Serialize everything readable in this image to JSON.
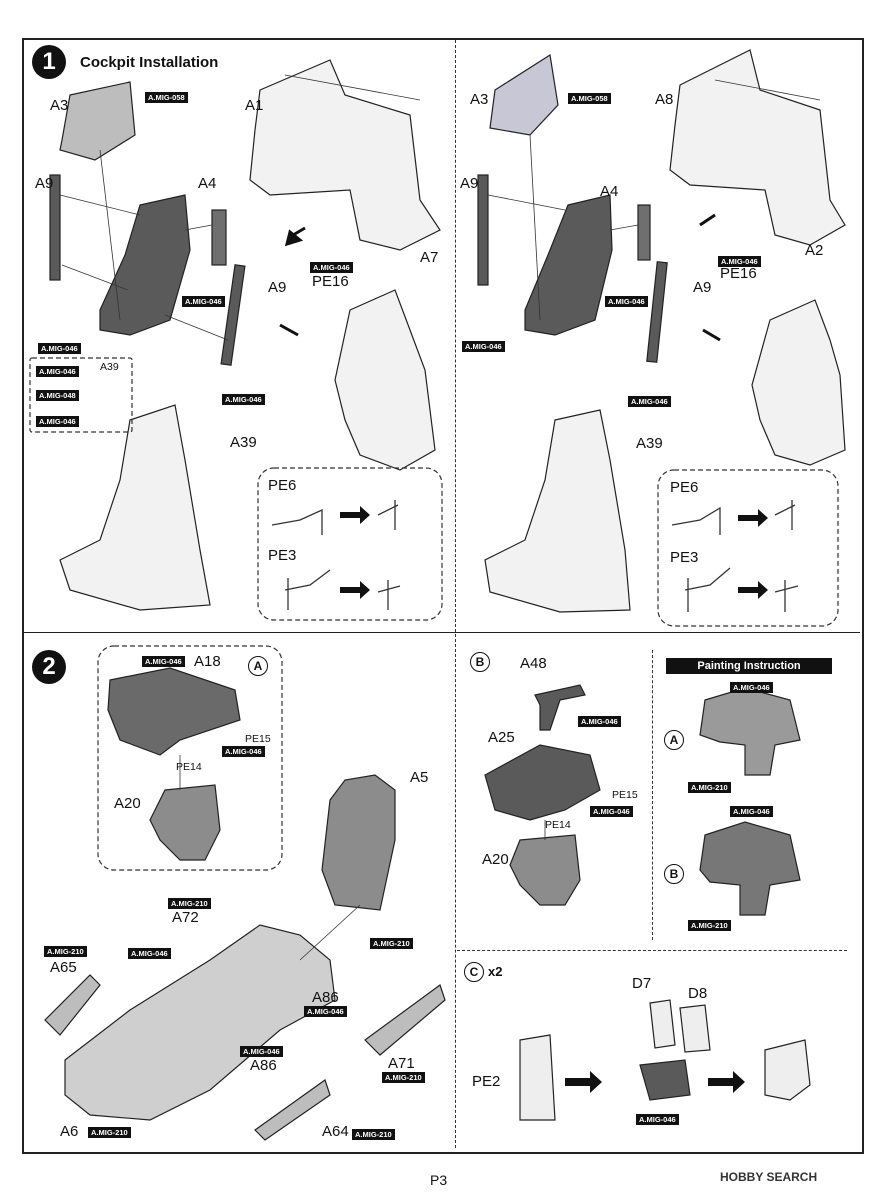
{
  "step1": {
    "number": "1",
    "title": "Cockpit Installation",
    "left": {
      "labels": {
        "a3": "A3",
        "a9a": "A9",
        "a4": "A4",
        "a1": "A1",
        "a7": "A7",
        "a9b": "A9",
        "pe16": "PE16",
        "a39": "A39",
        "a39b": "A39",
        "pe6": "PE6",
        "pe3": "PE3"
      },
      "tags": {
        "t1": "A.MIG-058",
        "t2": "A.MIG-046",
        "t3": "A.MIG-046",
        "t4": "A.MIG-046",
        "t5": "A.MIG-046",
        "t6": "A.MIG-048",
        "t7": "A.MIG-046",
        "t8": "A.MIG-046"
      }
    },
    "right": {
      "labels": {
        "a3": "A3",
        "a8": "A8",
        "a9": "A9",
        "a4": "A4",
        "a2": "A2",
        "a9b": "A9",
        "pe16": "PE16",
        "a39": "A39",
        "pe6": "PE6",
        "pe3": "PE3"
      },
      "tags": {
        "t1": "A.MIG-058",
        "t2": "A.MIG-046",
        "t3": "A.MIG-046",
        "t4": "A.MIG-046",
        "t5": "A.MIG-046"
      }
    }
  },
  "step2": {
    "number": "2",
    "left": {
      "circle": "A",
      "labels": {
        "a18": "A18",
        "pe15": "PE15",
        "pe14": "PE14",
        "a20": "A20",
        "a5": "A5",
        "a72": "A72",
        "a65": "A65",
        "a86": "A86",
        "a71": "A71",
        "a86b": "A86",
        "a6": "A6",
        "a64": "A64"
      },
      "tags": {
        "t1": "A.MIG-046",
        "t2": "A.MIG-046",
        "t3": "A.MIG-210",
        "t4": "A.MIG-210",
        "t5": "A.MIG-210",
        "t6": "A.MIG-046",
        "t7": "A.MIG-046",
        "t8": "A.MIG-210",
        "t9": "A.MIG-046",
        "t10": "A.MIG-210",
        "t11": "A.MIG-210"
      }
    },
    "right": {
      "circle": "B",
      "labels": {
        "a48": "A48",
        "a25": "A25",
        "pe15": "PE15",
        "pe14": "PE14",
        "a20": "A20"
      },
      "tags": {
        "t1": "A.MIG-046",
        "t2": "A.MIG-046"
      }
    },
    "painting": {
      "title": "Painting Instruction",
      "circleA": "A",
      "circleB": "B",
      "tags": {
        "t1": "A.MIG-046",
        "t2": "A.MIG-210",
        "t3": "A.MIG-046",
        "t4": "A.MIG-210"
      }
    },
    "sub_c": {
      "circle": "C",
      "count": "x2",
      "labels": {
        "d7": "D7",
        "d8": "D8",
        "pe2": "PE2"
      },
      "tags": {
        "t1": "A.MIG-046"
      }
    }
  },
  "footer": {
    "page": "P3",
    "watermark": "HOBBY SEARCH"
  },
  "colors": {
    "dark_part": "#5a5a5a",
    "mid_part": "#8c8c8c",
    "light_part": "#f2f2f2",
    "accent": "#111111"
  }
}
